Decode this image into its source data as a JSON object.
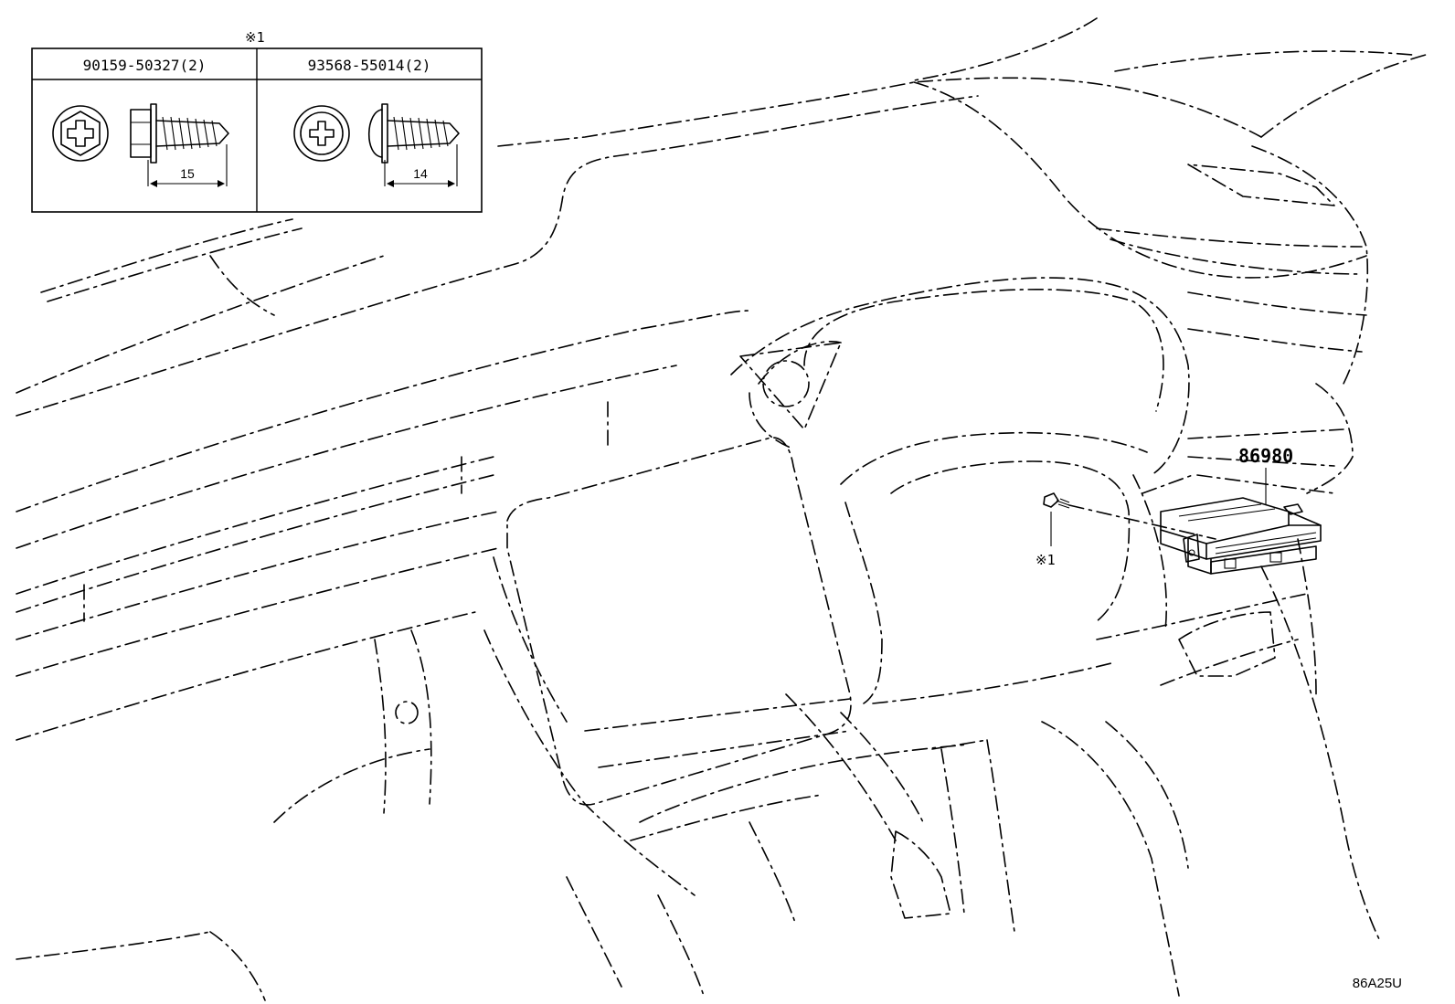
{
  "figure_code": "86A25U",
  "inset": {
    "note_marker": "※1",
    "parts": [
      {
        "part_number": "90159-50327(2)",
        "length": "15",
        "head": "hex-flange-phillips"
      },
      {
        "part_number": "93568-55014(2)",
        "length": "14",
        "head": "round-washer-phillips"
      }
    ]
  },
  "callouts": {
    "main_part": "86980",
    "screw_marker": "※1"
  }
}
